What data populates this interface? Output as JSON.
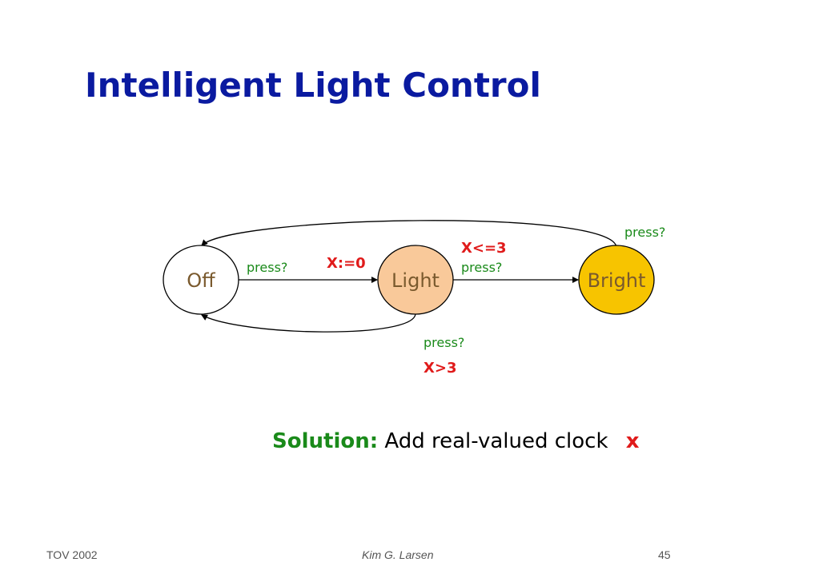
{
  "slide": {
    "title": "Intelligent Light Control"
  },
  "diagram": {
    "states": {
      "off": "Off",
      "light": "Light",
      "bright": "Bright"
    },
    "edges": {
      "off_to_light": {
        "label": "press?",
        "update": "X:=0"
      },
      "light_to_bright": {
        "label": "press?",
        "guard": "X<=3"
      },
      "bright_to_off": {
        "label": "press?"
      },
      "light_to_off": {
        "label": "press?",
        "guard": "X>3"
      }
    },
    "colors": {
      "off_fill": "#ffffff",
      "light_fill": "#f9c99a",
      "bright_fill": "#f7c400",
      "state_text": "#7a5a2e",
      "edge_label": "#1a8a1a",
      "clock_label": "#e01b1b"
    }
  },
  "solution": {
    "label": "Solution:",
    "text": "Add real-valued clock",
    "variable": "x"
  },
  "footer": {
    "left": "TOV 2002",
    "center": "Kim G. Larsen",
    "page": "45"
  }
}
